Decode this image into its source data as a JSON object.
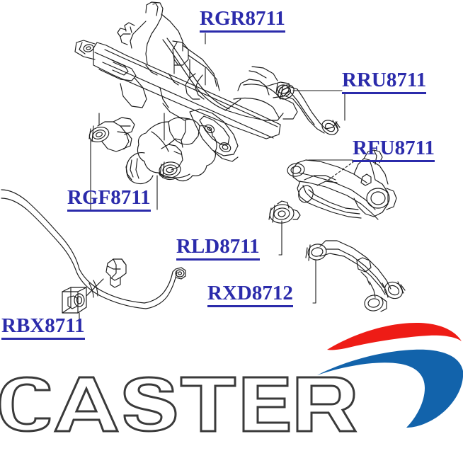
{
  "document": {
    "type": "automotive parts catalog diagram",
    "subject": "rear suspension assembly exploded view",
    "background_color": "#ffffff"
  },
  "labels": [
    {
      "id": "rgr",
      "text": "RGR8711",
      "color": "#2b2bab",
      "part": "rear subframe crossmember bushing"
    },
    {
      "id": "rru",
      "text": "RRU8711",
      "color": "#2b2bab",
      "part": "rear upper control arm"
    },
    {
      "id": "rfu",
      "text": "RFU8711",
      "color": "#2b2bab",
      "part": "rear trailing arm bushing"
    },
    {
      "id": "rgf",
      "text": "RGF8711",
      "color": "#2b2bab",
      "part": "differential mount bushing"
    },
    {
      "id": "rld",
      "text": "RLD8711",
      "color": "#2b2bab",
      "part": "rear lower arm bushing"
    },
    {
      "id": "rxd",
      "text": "RXD8712",
      "color": "#2b2bab",
      "part": "rear lateral link bushing"
    },
    {
      "id": "rbx",
      "text": "RBX8711",
      "color": "#2b2bab",
      "part": "stabilizer bar bushing"
    }
  ],
  "logo": {
    "wordmark": "CASTER",
    "wordmark_style": "outline",
    "wordmark_color": "#3a3a3a",
    "swoosh_red": "#ee1c16",
    "swoosh_blue": "#1263ab"
  },
  "linework": {
    "stroke_color": "#1a1a1a",
    "leader_color": "#1a1a1a",
    "components": [
      "rear subframe crossmember",
      "differential housing",
      "rear upper control arm",
      "rear trailing arm / knuckle",
      "rear lower lateral link",
      "stabilizer bar with bushing and bracket"
    ]
  }
}
